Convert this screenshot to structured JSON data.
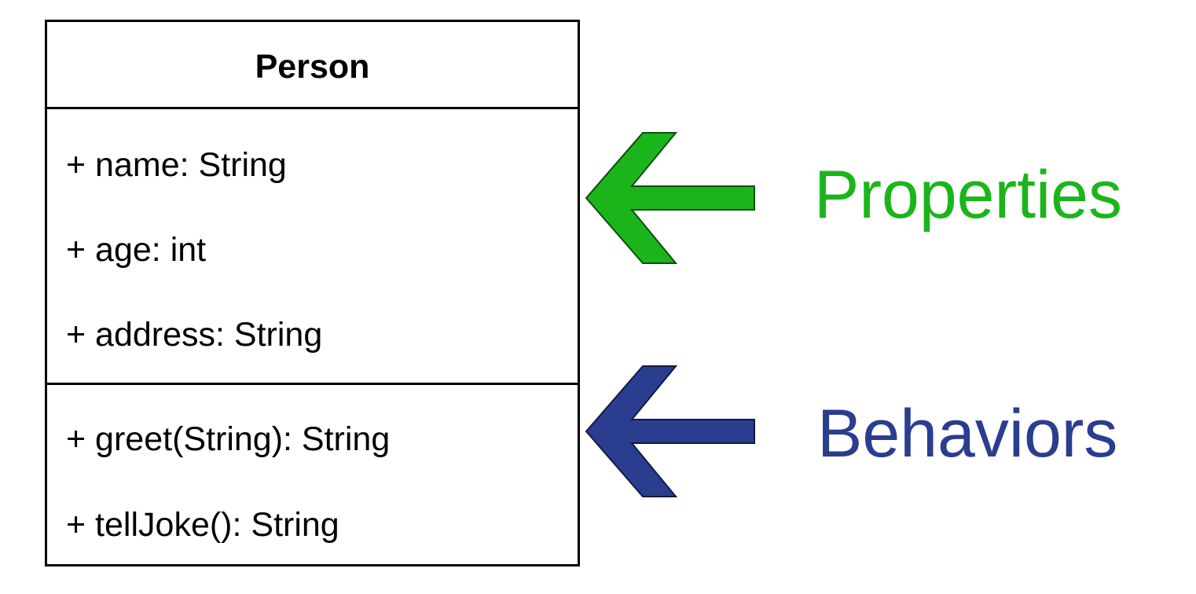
{
  "uml_class": {
    "name": "Person",
    "attributes": [
      "+ name: String",
      "+ age: int",
      "+ address: String"
    ],
    "operations": [
      "+ greet(String): String",
      "+ tellJoke(): String"
    ]
  },
  "annotations": {
    "properties": {
      "label": "Properties",
      "color": "#1bb51b",
      "arrow_icon": "left-arrow-icon"
    },
    "behaviors": {
      "label": "Behaviors",
      "color": "#2b3d8f",
      "arrow_icon": "left-arrow-icon"
    }
  }
}
